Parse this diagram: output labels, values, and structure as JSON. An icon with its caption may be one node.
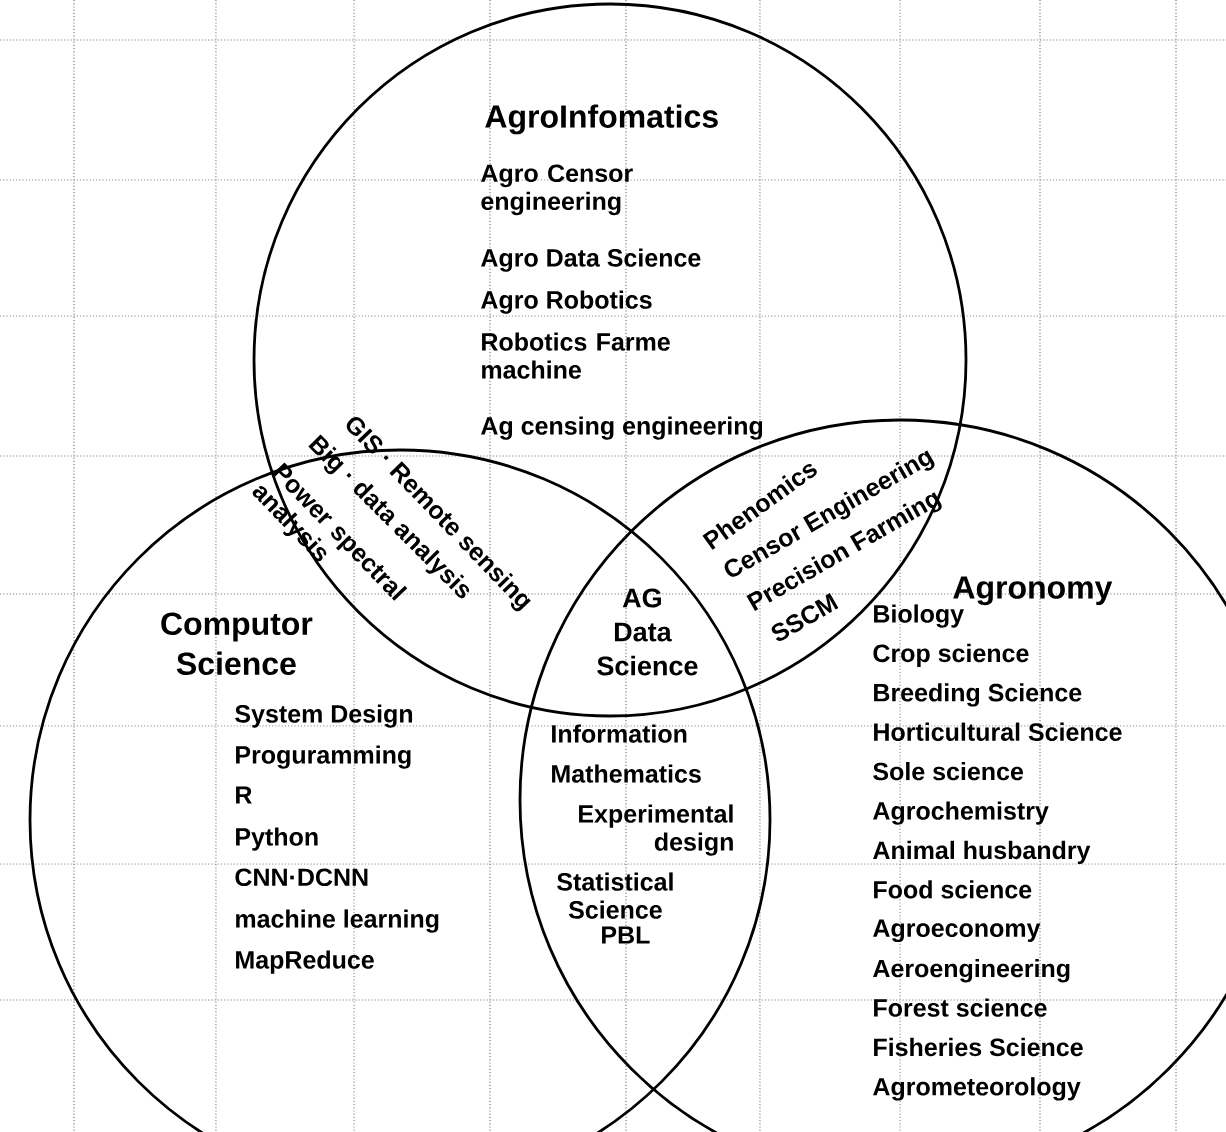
{
  "diagram": {
    "nodes": [
      {
        "text": [
          "AgroInfomatics",
          "Agro Censor engineering",
          "Agro Data Science",
          "Agro Robotics",
          "Robotics Farme machine",
          "Ag censing engineering"
        ]
      },
      {
        "text": [
          "Computor Science",
          "System Design",
          "Proguramming",
          "R",
          "Python",
          "CNN·DCNN",
          "machine learning",
          "MapReduce"
        ]
      },
      {
        "text": [
          "Agronomy",
          "Biology",
          "Crop science",
          "Breeding Science",
          "Horticultural Science",
          "Sole science",
          "Agrochemistry",
          "Animal husbandry",
          "Food science",
          "Agroeconomy",
          "Aeroengineering",
          "Forest science",
          "Fisheries Science",
          "Agrometeorology"
        ]
      }
    ],
    "labels": [
      "GIS · Remote sensing",
      "Big · data analysis",
      "Power spectral analysis",
      "AG Data Science",
      "Phenomics",
      "Censor Engineering",
      "Precision Farming",
      "SSCM",
      "Information",
      "Mathematics",
      "Experimental design",
      "Statistical Science",
      "PBL"
    ]
  }
}
